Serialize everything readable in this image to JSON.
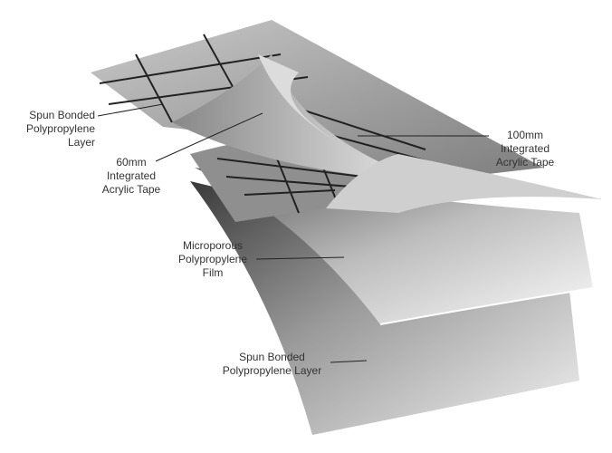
{
  "diagram": {
    "labels": {
      "top_spun": [
        "Spun Bonded",
        "Polypropylene Layer"
      ],
      "tape_60": [
        "60mm",
        "Integrated",
        "Acrylic Tape"
      ],
      "tape_100": [
        "100mm",
        "Integrated",
        "Acrylic Tape"
      ],
      "film": [
        "Microporous",
        "Polypropylene",
        "Film"
      ],
      "bottom_spun": [
        "Spun Bonded",
        "Polypropylene Layer"
      ]
    },
    "colors": {
      "line": "#222222",
      "text": "#333333"
    }
  }
}
